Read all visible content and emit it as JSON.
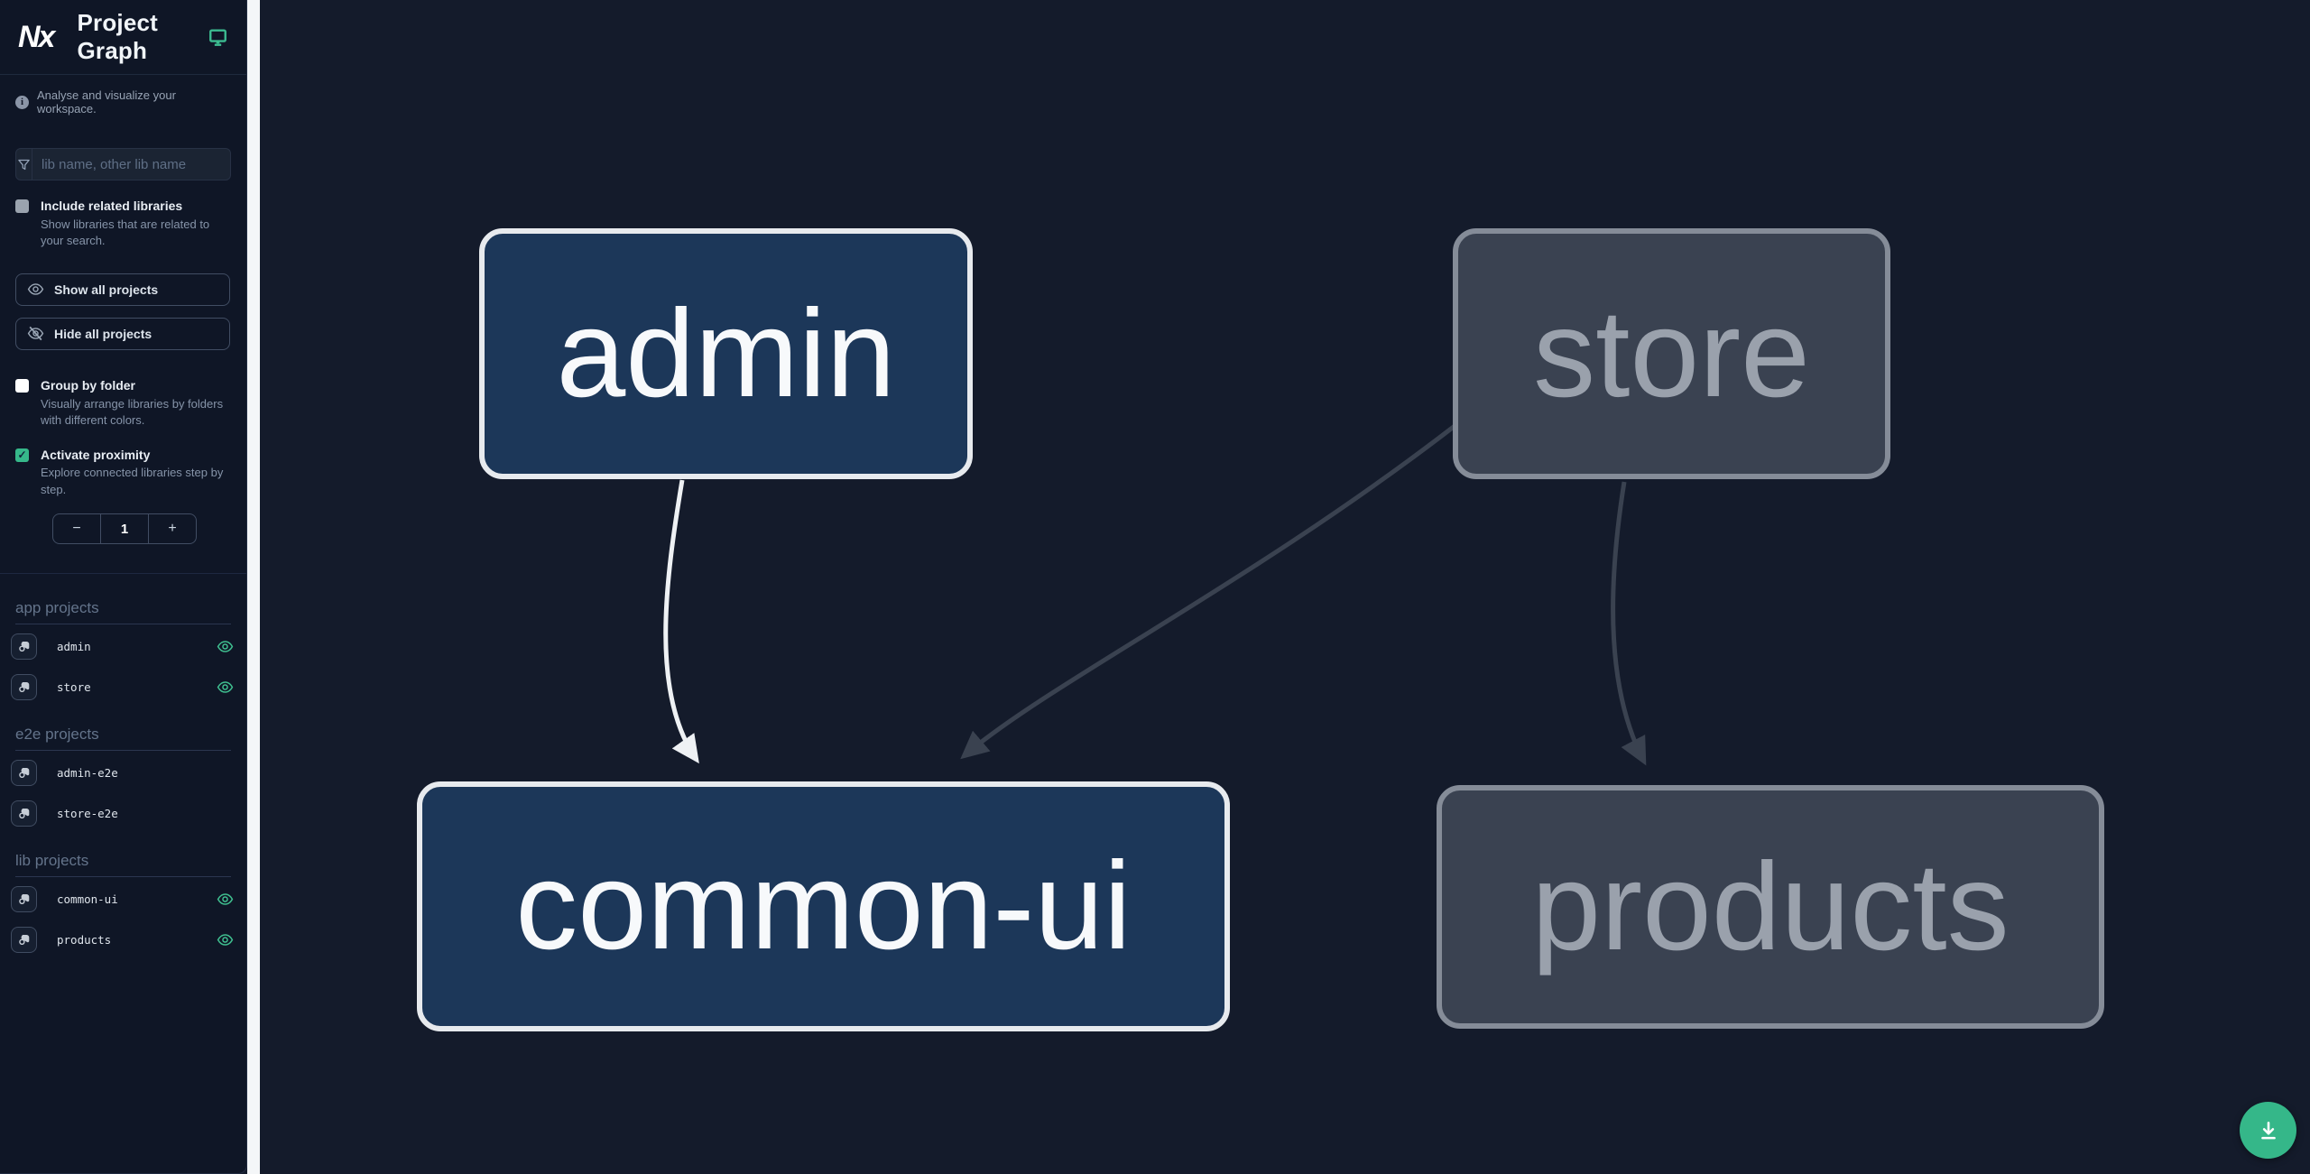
{
  "header": {
    "logo_text": "Nx",
    "title": "Project Graph"
  },
  "sidebar": {
    "tagline": "Analyse and visualize your workspace.",
    "search": {
      "placeholder": "lib name, other lib name",
      "value": ""
    },
    "options": [
      {
        "label": "Include related libraries",
        "description": "Show libraries that are related to your search.",
        "checked": false
      },
      {
        "label": "Group by folder",
        "description": "Visually arrange libraries by folders with different colors.",
        "checked": false
      },
      {
        "label": "Activate proximity",
        "description": "Explore connected libraries step by step.",
        "checked": true
      }
    ],
    "buttons": {
      "show_all": "Show all projects",
      "hide_all": "Hide all projects"
    },
    "stepper": {
      "decrement": "−",
      "value": "1",
      "increment": "+"
    },
    "sections": [
      {
        "title": "app projects",
        "items": [
          {
            "name": "admin",
            "visible": true
          },
          {
            "name": "store",
            "visible": true
          }
        ]
      },
      {
        "title": "e2e projects",
        "items": [
          {
            "name": "admin-e2e",
            "visible": false
          },
          {
            "name": "store-e2e",
            "visible": false
          }
        ]
      },
      {
        "title": "lib projects",
        "items": [
          {
            "name": "common-ui",
            "visible": true
          },
          {
            "name": "products",
            "visible": true
          }
        ]
      }
    ]
  },
  "graph": {
    "nodes": [
      {
        "label": "admin",
        "state": "focused"
      },
      {
        "label": "store",
        "state": "faded"
      },
      {
        "label": "common-ui",
        "state": "focused"
      },
      {
        "label": "products",
        "state": "faded"
      }
    ],
    "edges": [
      {
        "from": "admin",
        "to": "common-ui",
        "style": "highlighted"
      },
      {
        "from": "store",
        "to": "common-ui",
        "style": "faded"
      },
      {
        "from": "store",
        "to": "products",
        "style": "faded"
      }
    ]
  },
  "fab": {
    "action": "download graph image"
  },
  "colors": {
    "accent_green": "#35b789",
    "node_focused_fill": "#1c3759",
    "node_focused_border": "#e7eaee",
    "node_faded_fill": "#3a4251",
    "node_faded_border": "#858c98",
    "edge_highlighted": "#eef1f4",
    "edge_faded": "#3a4250",
    "sidebar_bg": "#0f1626",
    "canvas_bg": "#141b2b"
  }
}
